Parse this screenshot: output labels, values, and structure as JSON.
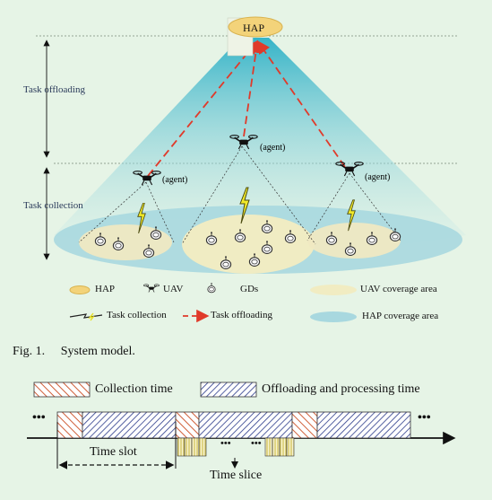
{
  "figure": {
    "hap_label": "HAP",
    "agent_label": "(agent)",
    "task_offloading_label": "Task offloading",
    "task_collection_label": "Task collection"
  },
  "legend": {
    "hap": "HAP",
    "uav": "UAV",
    "gds": "GDs",
    "uav_coverage": "UAV coverage area",
    "task_collection": "Task collection",
    "task_offloading": "Task offloading",
    "hap_coverage": "HAP coverage area"
  },
  "caption": {
    "number": "Fig. 1.",
    "text": "System model."
  },
  "timing": {
    "collection_time": "Collection time",
    "offloading_time": "Offloading and processing time",
    "time_slot": "Time slot",
    "time_slice": "Time slice",
    "ellipsis": "•••"
  },
  "colors": {
    "background": "#e6f4e6",
    "hap_blimp": "#f3d37a",
    "beam": "#39b4c8",
    "uav_coverage": "#f1ecc2",
    "hap_coverage": "#a8d8df",
    "offload_link": "#e03a2a",
    "collection_link": "#e8e020"
  }
}
